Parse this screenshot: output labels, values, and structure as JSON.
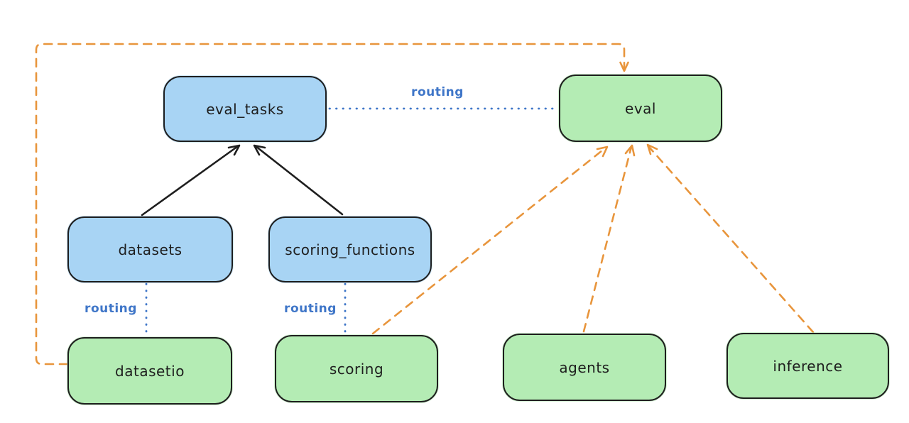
{
  "diagram_type": "architecture-routing-diagram",
  "nodes": {
    "eval_tasks": {
      "label": "eval_tasks",
      "fill": "blue"
    },
    "eval": {
      "label": "eval",
      "fill": "green"
    },
    "datasets": {
      "label": "datasets",
      "fill": "blue"
    },
    "scoring_functions": {
      "label": "scoring_functions",
      "fill": "blue"
    },
    "datasetio": {
      "label": "datasetio",
      "fill": "green"
    },
    "scoring": {
      "label": "scoring",
      "fill": "green"
    },
    "agents": {
      "label": "agents",
      "fill": "green"
    },
    "inference": {
      "label": "inference",
      "fill": "green"
    }
  },
  "edge_labels": {
    "eval_tasks_to_eval": {
      "label": "routing"
    },
    "datasets_to_datasetio": {
      "label": "routing"
    },
    "scoring_functions_to_scoring": {
      "label": "routing"
    }
  },
  "edges": [
    {
      "from": "datasets",
      "to": "eval_tasks",
      "style": "solid-black-arrow"
    },
    {
      "from": "scoring_functions",
      "to": "eval_tasks",
      "style": "solid-black-arrow"
    },
    {
      "from": "eval_tasks",
      "to": "eval",
      "style": "dotted-blue",
      "label": "routing"
    },
    {
      "from": "datasets",
      "to": "datasetio",
      "style": "dotted-blue",
      "label": "routing"
    },
    {
      "from": "scoring_functions",
      "to": "scoring",
      "style": "dotted-blue",
      "label": "routing"
    },
    {
      "from": "datasetio",
      "to": "eval",
      "style": "dashed-orange-arrow"
    },
    {
      "from": "scoring",
      "to": "eval",
      "style": "dashed-orange-arrow"
    },
    {
      "from": "agents",
      "to": "eval",
      "style": "dashed-orange-arrow"
    },
    {
      "from": "inference",
      "to": "eval",
      "style": "dashed-orange-arrow"
    }
  ],
  "colors": {
    "background": "#ffffff",
    "node_border": "#1e1e1e",
    "blue_fill": "#a8d4f4",
    "green_fill": "#b4ecb4",
    "routing_blue": "#3f76c8",
    "orange_dash": "#e8953c",
    "black_arrow": "#1e1e1e"
  }
}
